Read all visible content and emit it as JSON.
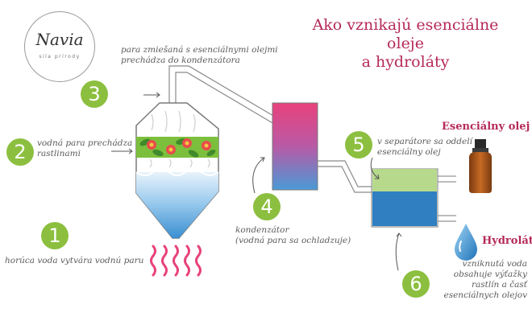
{
  "logo": {
    "name": "Navia",
    "tagline": "sila prírody"
  },
  "title": {
    "line1": "Ako vznikajú esenciálne oleje",
    "line2": "a hydroláty"
  },
  "steps": [
    {
      "number": "1",
      "text": "horúca voda vytvára vodnú paru"
    },
    {
      "number": "2",
      "line1": "vodná para prechádza",
      "line2": "rastlinami"
    },
    {
      "number": "3",
      "line1": "para zmiešaná s esenciálnymi olejmi",
      "line2": "prechádza do kondenzátora"
    },
    {
      "number": "4",
      "line1": "kondenzátor",
      "line2": "(vodná para sa ochladzuje)"
    },
    {
      "number": "5",
      "line1": "v separátore sa oddelí",
      "line2": "esenciálny olej"
    },
    {
      "number": "6",
      "line1": "vzniknutá voda",
      "line2": "obsahuje výťažky",
      "line3": "rastlín a časť",
      "line4": "esenciálnych olejov"
    }
  ],
  "labels": {
    "oil": "Esenciálny olej",
    "hydrolat": "Hydrolát"
  },
  "colors": {
    "accent": "#b52a57",
    "step_green": "#8cbf3f",
    "water_blue": "#2f7fc1",
    "oil_green": "#b7d98c",
    "heat_pink": "#e8427c"
  },
  "icons": [
    "bottle-icon",
    "water-drop-icon",
    "heat-waves-icon",
    "flower-icon"
  ]
}
